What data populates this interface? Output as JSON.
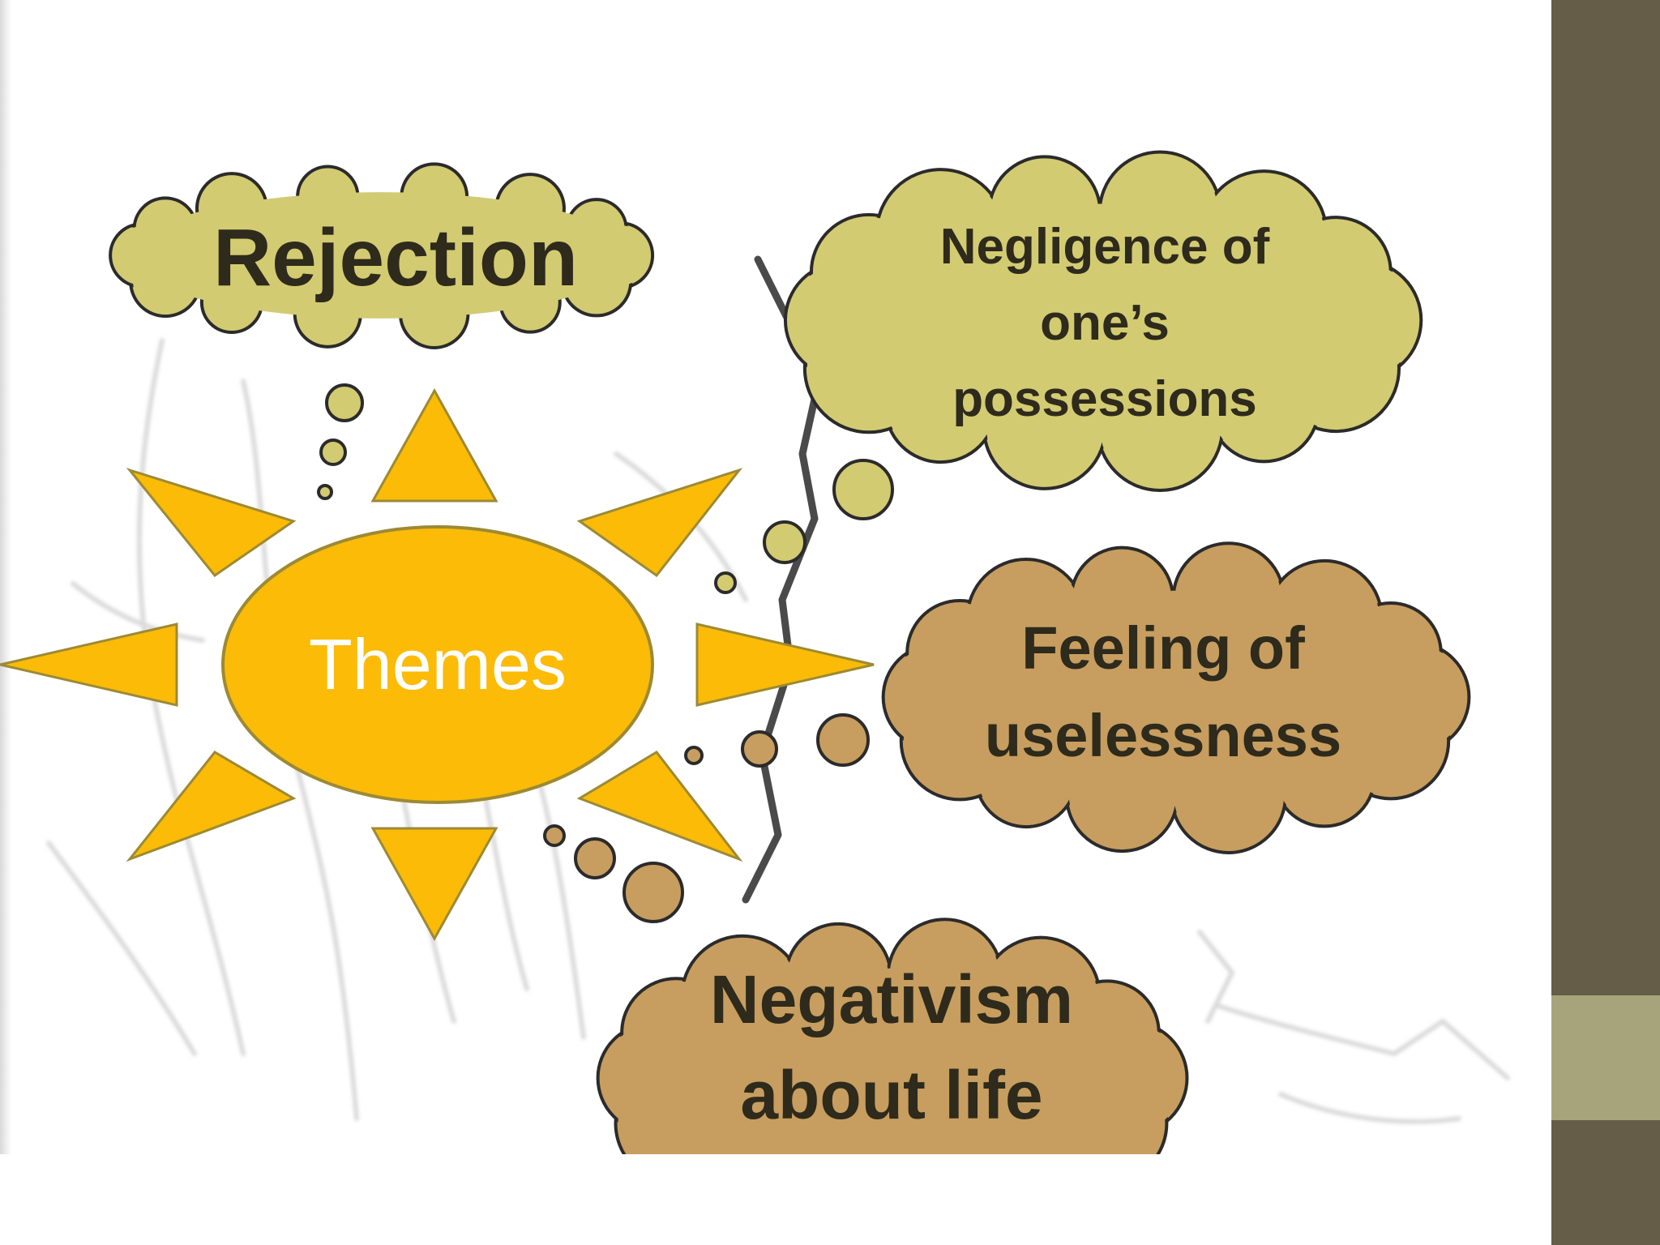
{
  "diagram": {
    "center": {
      "label": "Themes"
    },
    "themes": [
      {
        "id": "rejection",
        "lines": [
          "Rejection"
        ]
      },
      {
        "id": "negligence",
        "lines": [
          "Negligence of",
          "one’s",
          "possessions"
        ]
      },
      {
        "id": "uselessness",
        "lines": [
          "Feeling of",
          "uselessness"
        ]
      },
      {
        "id": "negativism",
        "lines": [
          "Negativism",
          "about life"
        ]
      }
    ]
  },
  "colors": {
    "sun_fill": "#fbbb07",
    "sun_stroke": "#9c8a35",
    "cloud_olive": "#d2cb72",
    "cloud_tan": "#c79e5f",
    "cloud_stroke": "#2b2b2b",
    "text_dark": "#2e2a1c",
    "sidebar_dark": "#655d48",
    "sidebar_light": "#a7a47b"
  }
}
